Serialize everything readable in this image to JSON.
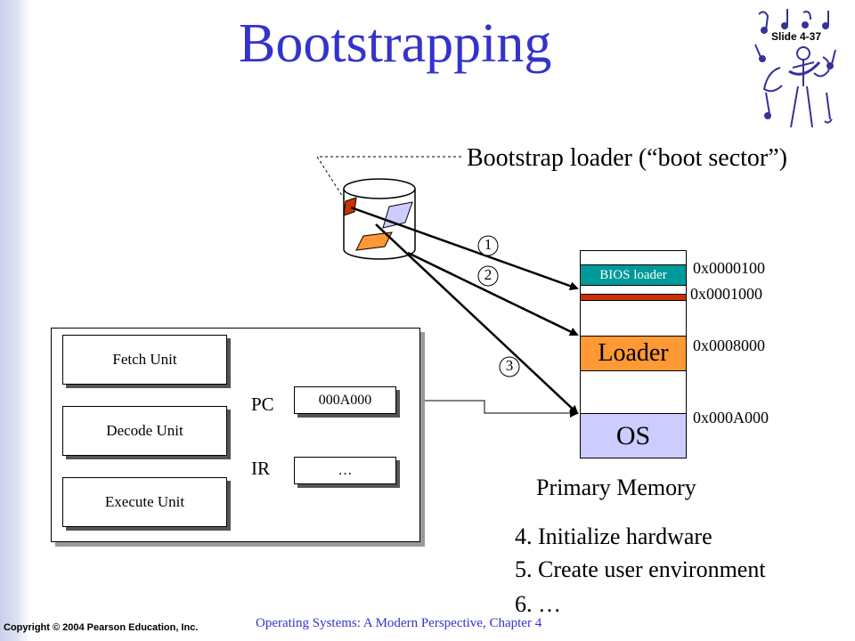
{
  "slide": {
    "title": "Bootstrapping",
    "number": "Slide 4-37",
    "copyright": "Copyright © 2004 Pearson Education, Inc.",
    "footer": "Operating Systems: A Modern Perspective, Chapter 4"
  },
  "diagram": {
    "bootstrap_label": "Bootstrap loader (“boot sector”)",
    "markers": [
      "1",
      "2",
      "3"
    ],
    "cpu": {
      "units": [
        "Fetch Unit",
        "Decode Unit",
        "Execute Unit"
      ],
      "registers": [
        {
          "name": "PC",
          "value": "000A000"
        },
        {
          "name": "IR",
          "value": "…"
        }
      ]
    },
    "memory": {
      "label": "Primary Memory",
      "bios_loader": "BIOS loader",
      "loader": "Loader",
      "os": "OS",
      "addresses": [
        "0x0000100",
        "0x0001000",
        "0x0008000",
        "0x000A000"
      ]
    },
    "steps": [
      "4.  Initialize hardware",
      "5.  Create user environment",
      "6.  …"
    ]
  },
  "colors": {
    "title": "#3333cc",
    "boot_sector": "#cc3300",
    "disk_block_orange": "#ff9933",
    "disk_block_lavender": "#ccccff",
    "bios_loader_fill": "#009999",
    "memory_red_band": "#cc3300",
    "loader_fill": "#ff9933",
    "os_fill": "#ccccff"
  }
}
